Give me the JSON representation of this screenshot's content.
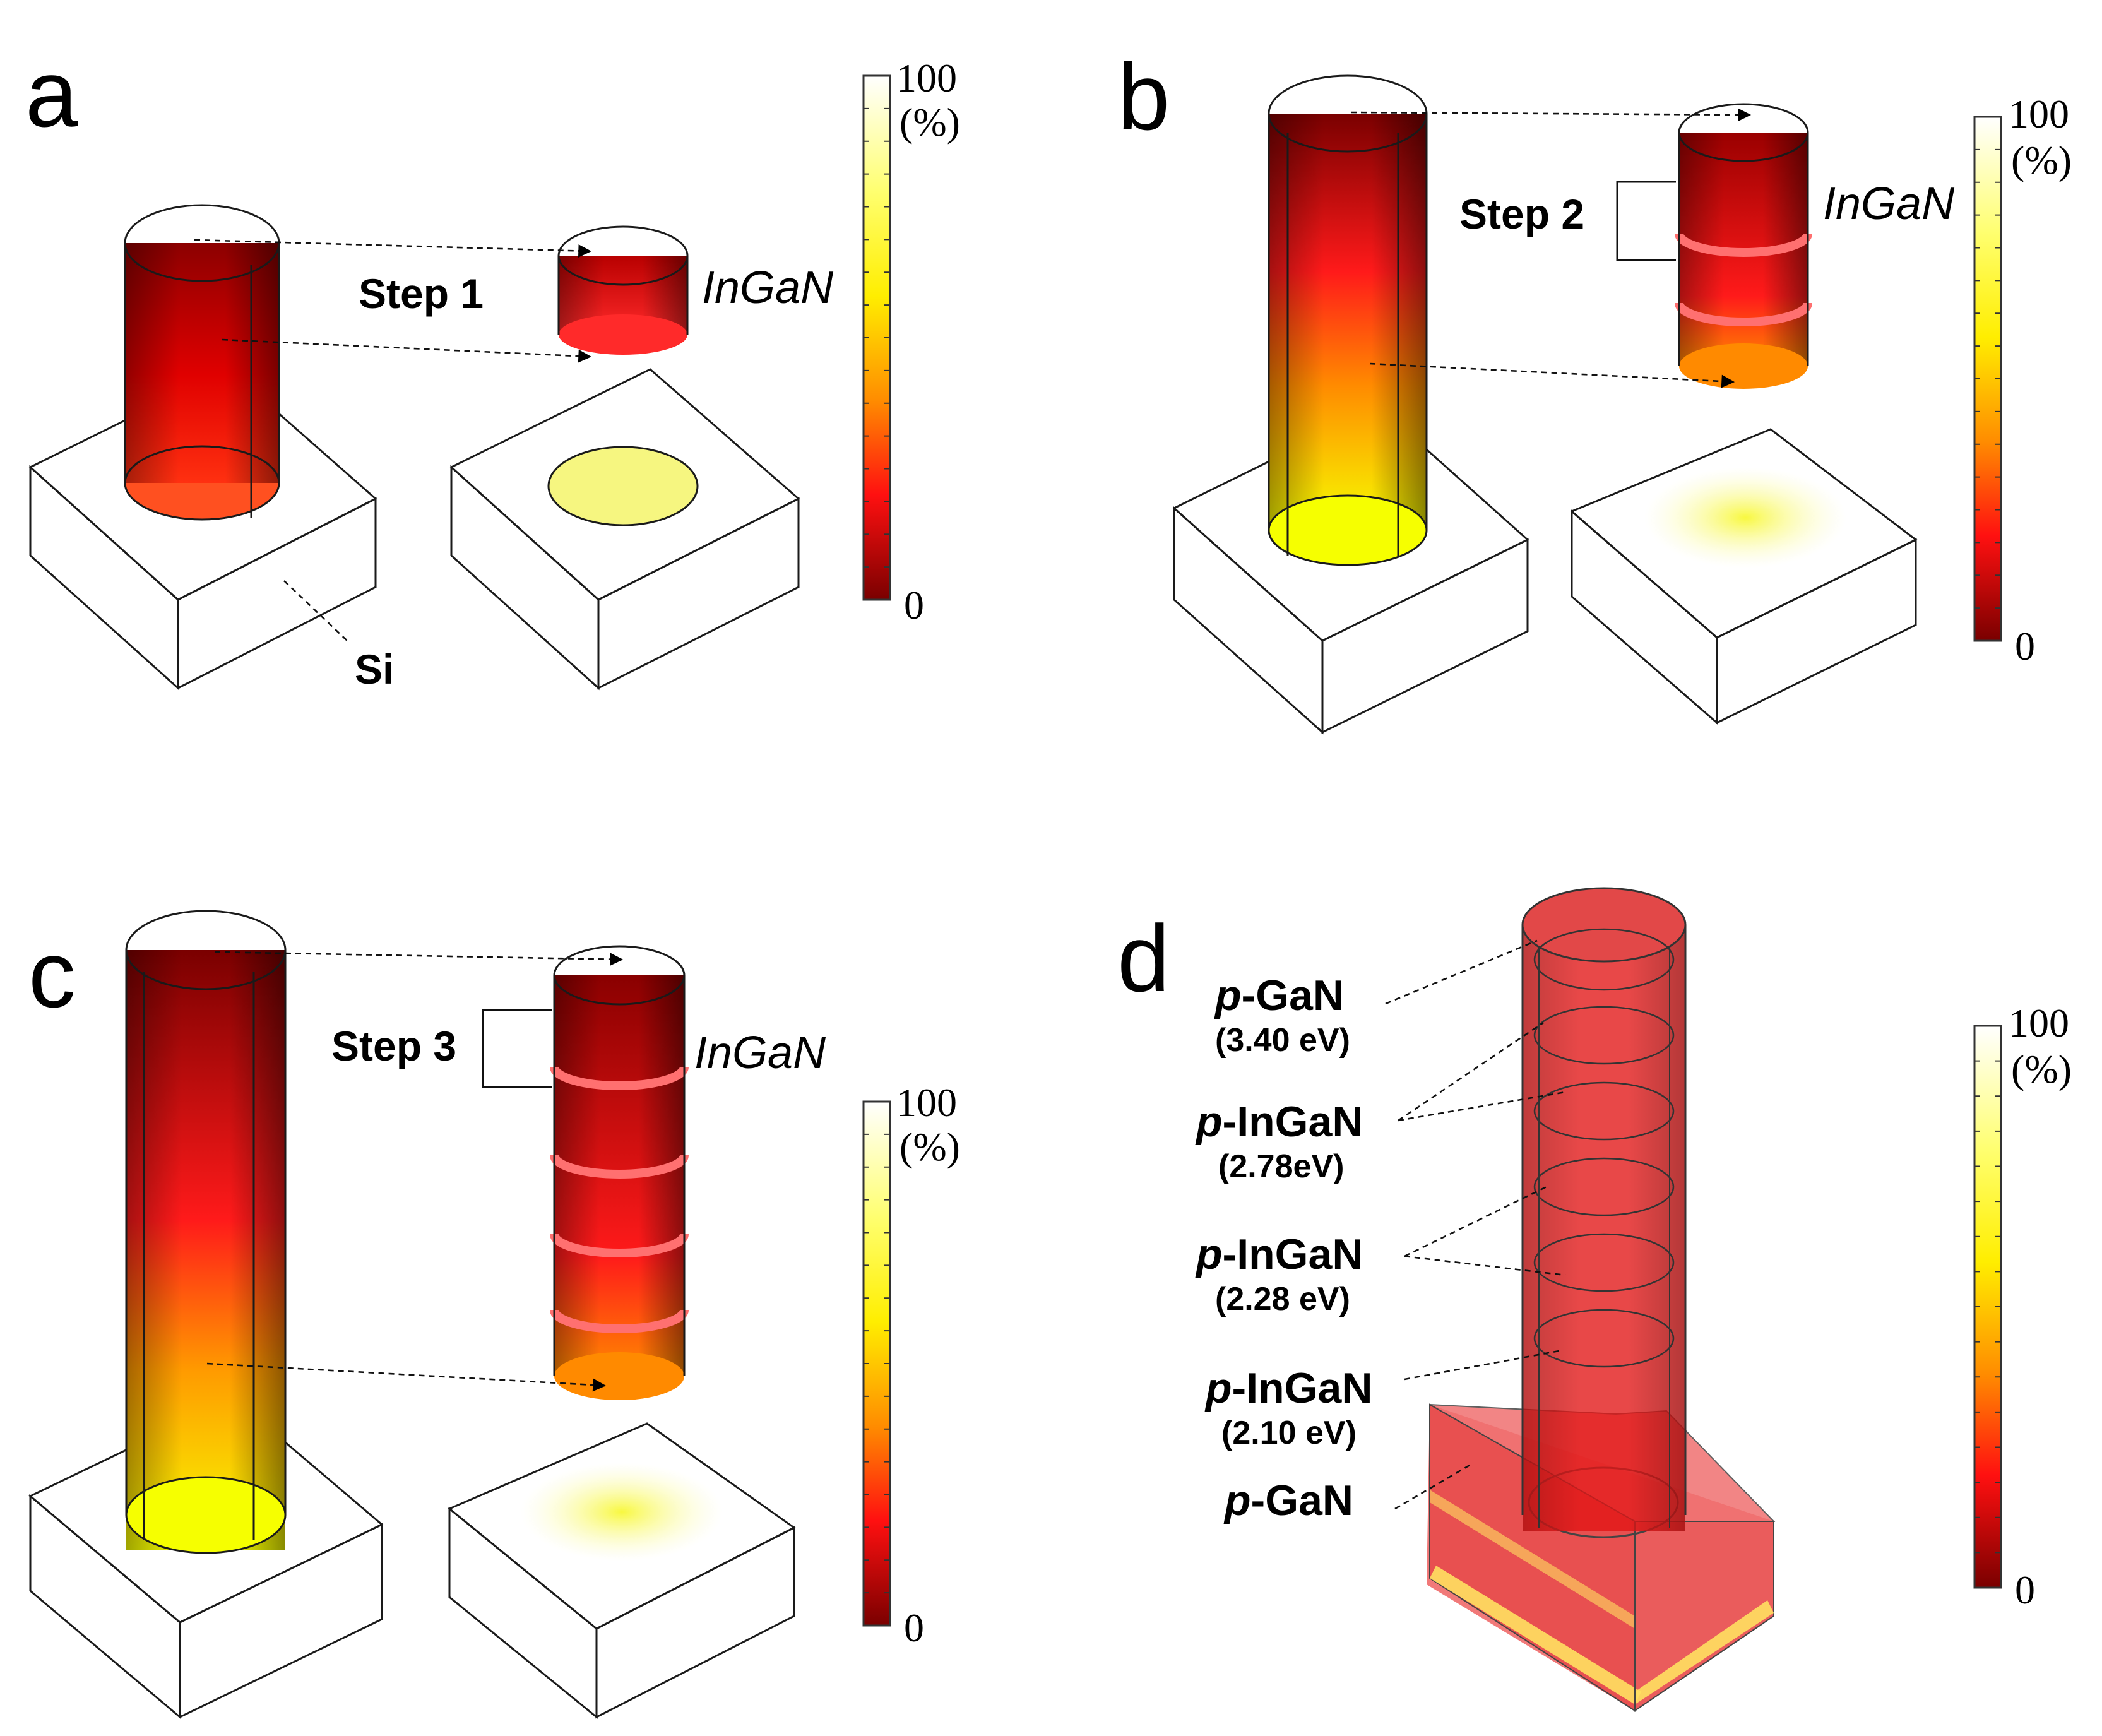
{
  "panels": {
    "a": {
      "letter": "a",
      "step": "Step 1",
      "material": "InGaN",
      "substrate": "Si",
      "colorbar": {
        "max": "100",
        "unit": "(%)",
        "min": "0"
      }
    },
    "b": {
      "letter": "b",
      "step": "Step 2",
      "material": "InGaN",
      "colorbar": {
        "max": "100",
        "unit": "(%)",
        "min": "0"
      }
    },
    "c": {
      "letter": "c",
      "step": "Step 3",
      "material": "InGaN",
      "colorbar": {
        "max": "100",
        "unit": "(%)",
        "min": "0"
      }
    },
    "d": {
      "letter": "d",
      "colorbar": {
        "max": "100",
        "unit": "(%)",
        "min": "0"
      },
      "layers": [
        {
          "prefix": "p",
          "name": "-GaN",
          "energy": "(3.40 eV)"
        },
        {
          "prefix": "p",
          "name": "-InGaN",
          "energy": "(2.78eV)"
        },
        {
          "prefix": "p",
          "name": "-InGaN",
          "energy": "(2.28 eV)"
        },
        {
          "prefix": "p",
          "name": "-InGaN",
          "energy": "(2.10 eV)"
        },
        {
          "prefix": "p",
          "name": "-GaN",
          "energy": ""
        }
      ]
    }
  },
  "colors": {
    "dark_red": "#7a0000",
    "red": "#ff1a1a",
    "orange": "#ff8c00",
    "yellow": "#ffff00",
    "pale_yellow": "#ffffd0",
    "white": "#ffffff"
  }
}
